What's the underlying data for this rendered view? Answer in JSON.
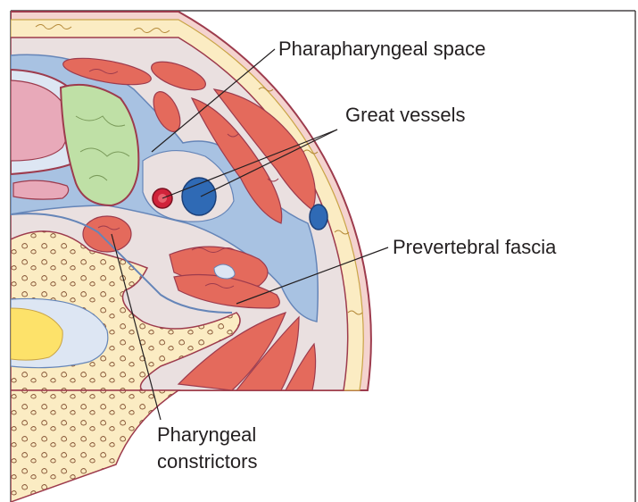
{
  "labels": {
    "parapharyngeal": "Pharapharyngeal space",
    "great_vessels": "Great vessels",
    "prevertebral": "Prevertebral fascia",
    "constrictors_line1": "Pharyngeal",
    "constrictors_line2": "constrictors"
  },
  "colors": {
    "skin": "#f4d3cf",
    "skin_edge": "#9d3b4d",
    "fat": "#fbecc3",
    "fascia": "#a8c2e2",
    "tissue": "#eae0e0",
    "muscle": "#e46a5c",
    "artery": "#d0233a",
    "vein": "#2f6ab5",
    "bone": "#fbecc3",
    "gland": "#bfe0a6",
    "mucosa": "#e8a9b9",
    "marrow": "#fde26a",
    "label_text": "#231f20"
  }
}
